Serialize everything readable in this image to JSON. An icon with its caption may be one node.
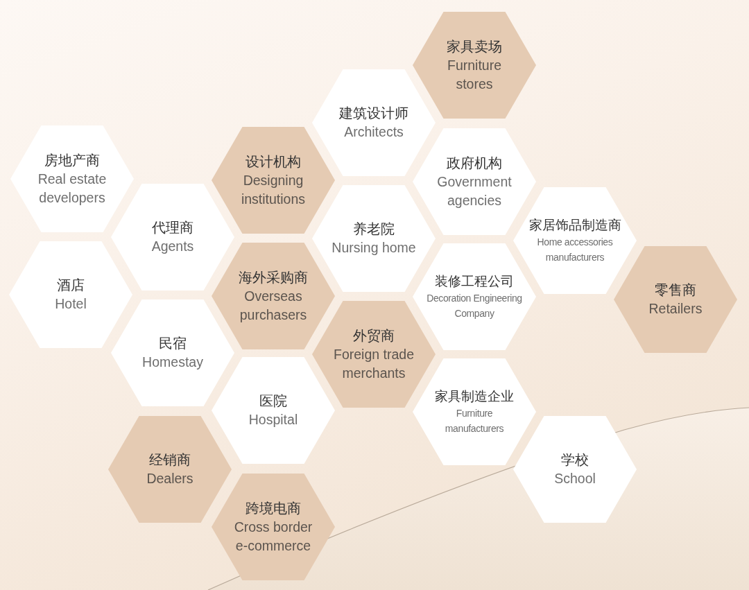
{
  "diagram": {
    "nodes": [
      {
        "text": [
          "家具卖场",
          "Furniture stores"
        ]
      },
      {
        "text": [
          "建筑设计师",
          "Architects"
        ]
      },
      {
        "text": [
          "房地产商",
          "Real estate developers"
        ]
      },
      {
        "text": [
          "设计机构",
          "Designing institutions"
        ]
      },
      {
        "text": [
          "政府机构",
          "Government agencies"
        ]
      },
      {
        "text": [
          "代理商",
          "Agents"
        ]
      },
      {
        "text": [
          "养老院",
          "Nursing home"
        ]
      },
      {
        "text": [
          "家居饰品制造商",
          "Home accessories manufacturers"
        ]
      },
      {
        "text": [
          "酒店",
          "Hotel"
        ]
      },
      {
        "text": [
          "海外采购商",
          "Overseas purchasers"
        ]
      },
      {
        "text": [
          "装修工程公司",
          "Decoration Engineering Company"
        ]
      },
      {
        "text": [
          "零售商",
          "Retailers"
        ]
      },
      {
        "text": [
          "民宿",
          "Homestay"
        ]
      },
      {
        "text": [
          "外贸商",
          "Foreign trade merchants"
        ]
      },
      {
        "text": [
          "医院",
          "Hospital"
        ]
      },
      {
        "text": [
          "家具制造企业",
          "Furniture manufacturers"
        ]
      },
      {
        "text": [
          "经销商",
          "Dealers"
        ]
      },
      {
        "text": [
          "学校",
          "School"
        ]
      },
      {
        "text": [
          "跨境电商",
          "Cross border e-commerce"
        ]
      }
    ]
  }
}
